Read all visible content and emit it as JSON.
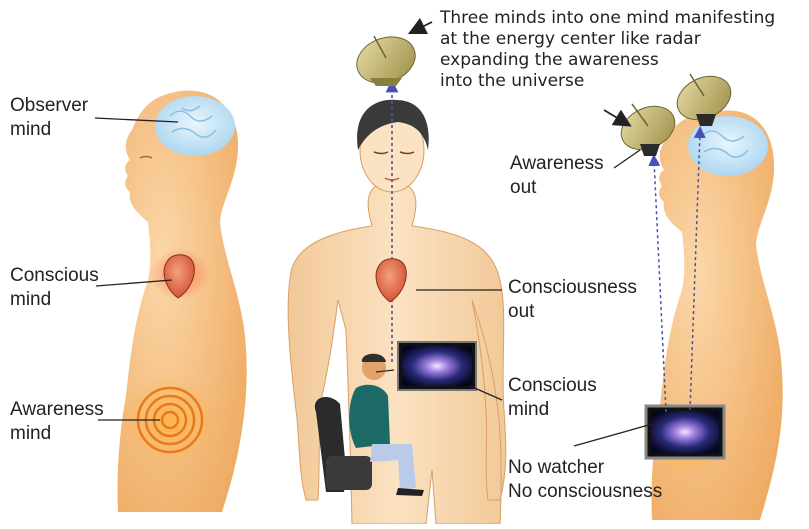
{
  "figure": {
    "left": {
      "observer_mind": [
        "Observer",
        "mind"
      ],
      "conscious_mind": [
        "Conscious",
        "mind"
      ],
      "awareness_mind": [
        "Awareness",
        "mind"
      ]
    },
    "center": {
      "caption": [
        "Three minds into one mind manifesting",
        "at the energy center like radar",
        "expanding the awareness",
        "into the universe"
      ],
      "consciousness_out": [
        "Consciousness",
        "out"
      ],
      "conscious_mind": [
        "Conscious",
        "mind"
      ]
    },
    "right": {
      "awareness_out": [
        "Awareness",
        "out"
      ],
      "no_watcher": [
        "No watcher",
        "No consciousness"
      ]
    }
  },
  "colors": {
    "skin": "#f2b36e",
    "skin_light": "#f9d2a2",
    "brain": "#bfe0f4",
    "heart": "#d9603c",
    "spiral": "#e8791f",
    "dish": "#c2b46c",
    "dotted_line": "#4a50b8",
    "hair": "#3a3a3a",
    "label_text": "#222222"
  }
}
